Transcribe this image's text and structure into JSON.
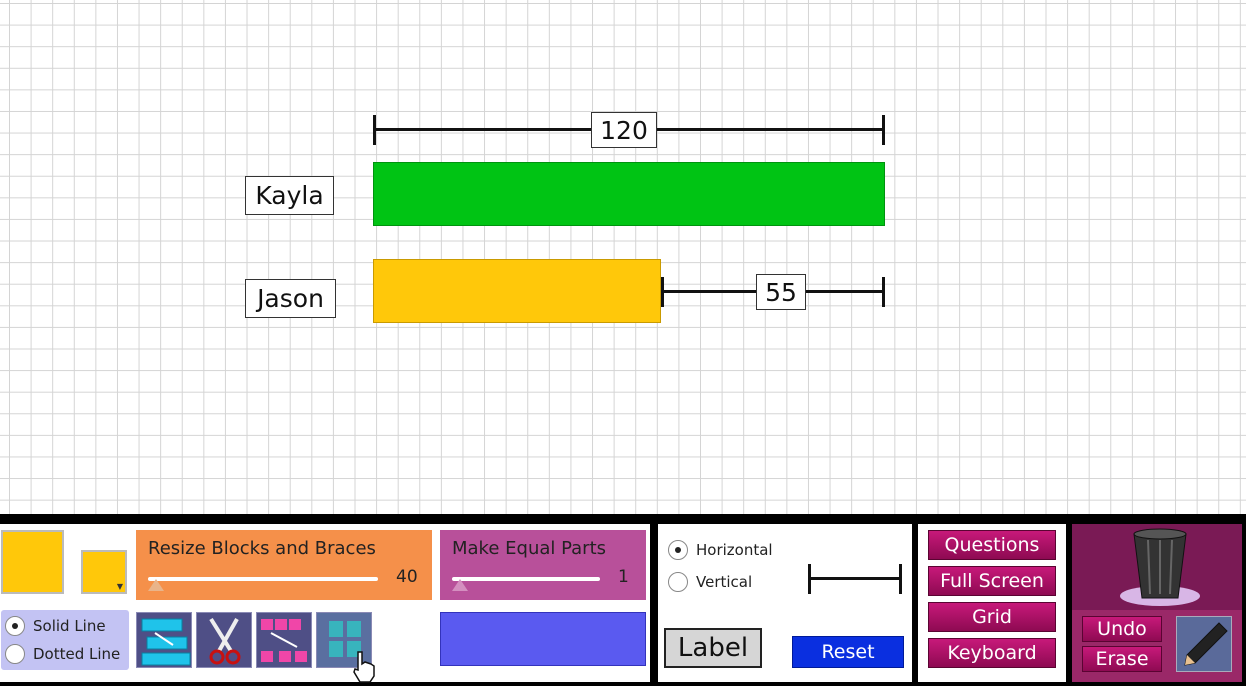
{
  "workspace": {
    "blocks": [
      {
        "label": "Kayla",
        "color": "#00c414"
      },
      {
        "label": "Jason",
        "color": "#ffc80a"
      }
    ],
    "braces": [
      {
        "value": "120"
      },
      {
        "value": "55"
      }
    ]
  },
  "toolbar": {
    "colors": {
      "current": "#ffc80a",
      "picker": "#ffc80a"
    },
    "line_style": {
      "solid": "Solid Line",
      "dotted": "Dotted Line",
      "selected": "solid"
    },
    "tools": [
      {
        "icon": "stack-blocks-icon"
      },
      {
        "icon": "scissors-icon"
      },
      {
        "icon": "split-blocks-icon"
      },
      {
        "icon": "grid-blocks-icon"
      }
    ],
    "resize": {
      "title": "Resize Blocks and Braces",
      "value": "40",
      "level": 0
    },
    "equal_parts": {
      "title": "Make Equal Parts",
      "value": "1",
      "level": 0
    },
    "new_block_color": "#5a5af0",
    "orientation": {
      "horizontal": "Horizontal",
      "vertical": "Vertical",
      "selected": "horizontal"
    },
    "label_button": "Label",
    "reset_button": "Reset",
    "menu": {
      "questions": "Questions",
      "fullscreen": "Full Screen",
      "grid": "Grid",
      "keyboard": "Keyboard"
    },
    "undo": "Undo",
    "erase": "Erase"
  }
}
